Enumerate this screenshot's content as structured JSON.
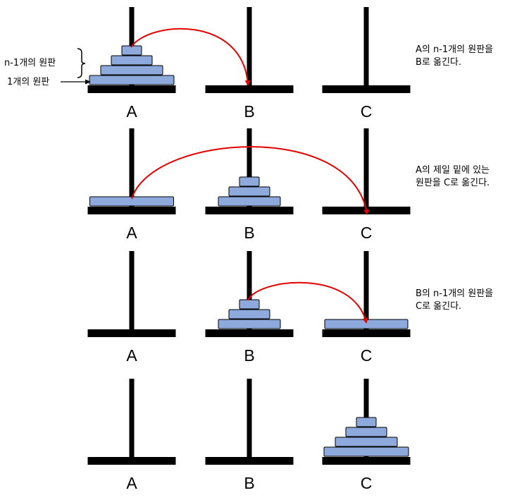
{
  "peg_names": [
    "A",
    "B",
    "C"
  ],
  "colors": {
    "disk": "#8EA9DB",
    "outline": "#000000",
    "arrow": "#E60000",
    "rod": "#000000"
  },
  "stages": [
    {
      "stacks": {
        "A": 4,
        "B": 0,
        "C": 0
      },
      "move": {
        "from": "A",
        "to": "B"
      },
      "caption": [
        "A의 n-1개의 원판을",
        "B로 옮긴다."
      ]
    },
    {
      "stacks": {
        "A": 1,
        "B": 3,
        "C": 0
      },
      "move": {
        "from": "A",
        "to": "C"
      },
      "caption": [
        "A의 제일 밑에 있는",
        "원판을 C로 옮긴다."
      ]
    },
    {
      "stacks": {
        "A": 0,
        "B": 3,
        "C": 1
      },
      "move": {
        "from": "B",
        "to": "C"
      },
      "caption": [
        "B의 n-1개의 원판을",
        "C로 옮긴다."
      ]
    },
    {
      "stacks": {
        "A": 0,
        "B": 0,
        "C": 4
      },
      "move": null,
      "caption": []
    }
  ],
  "annotations": {
    "n_minus_1_label": "n-1개의 원판",
    "one_disk_label": "1개의 원판"
  }
}
